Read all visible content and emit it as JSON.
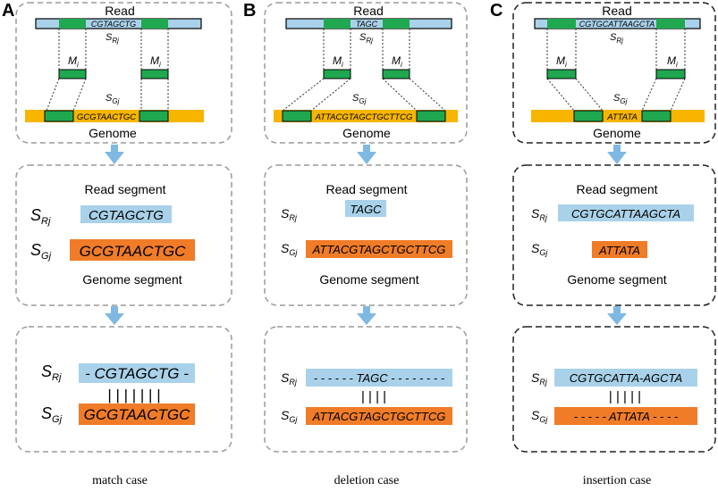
{
  "colors": {
    "read_blue": "#a9d2ea",
    "genome_yellow": "#f7b500",
    "anchor_green": "#1fa84f",
    "segment_orange": "#f07c28",
    "arrow_blue": "#7fb8e3",
    "box_gray": "#9a9a9a",
    "box_black": "#222222"
  },
  "panels": [
    {
      "letter": "A",
      "top": {
        "read_label": "Read",
        "read_seq": "CGTAGCTG",
        "s_rj": "S",
        "s_rj_sub": "Rj",
        "m_label": "M",
        "m_sub": "i",
        "s_gj": "S",
        "s_gj_sub": "Gj",
        "genome_seq": "GCGTAACTGC",
        "genome_label": "Genome"
      },
      "middle": {
        "read_segment_label": "Read segment",
        "read_seg": "CGTAGCTG",
        "genome_seg": "GCGTAACTGC",
        "genome_segment_label": "Genome segment"
      },
      "bottom": {
        "aligned_read": "- CGTAGCTG -",
        "bars": "| | | |     | | |",
        "aligned_genome": "GCGTAACTGC"
      },
      "caption": "match case"
    },
    {
      "letter": "B",
      "top": {
        "read_label": "Read",
        "read_seq": "TAGC",
        "s_rj": "S",
        "s_rj_sub": "Rj",
        "m_label": "M",
        "m_sub": "i",
        "s_gj": "S",
        "s_gj_sub": "Gj",
        "genome_seq": "ATTACGTAGCTGCTTCG",
        "genome_label": "Genome"
      },
      "middle": {
        "read_segment_label": "Read segment",
        "read_seg": "TAGC",
        "genome_seg": "ATTACGTAGCTGCTTCG",
        "genome_segment_label": "Genome segment"
      },
      "bottom": {
        "aligned_read": "- - - - - - TAGC - - - - - - - -",
        "bars": "| | | |",
        "aligned_genome": "ATTACGTAGCTGCTTCG"
      },
      "caption": "deletion case"
    },
    {
      "letter": "C",
      "top": {
        "read_label": "Read",
        "read_seq": "CGTGCATTAAGCTA",
        "s_rj": "S",
        "s_rj_sub": "Rj",
        "m_label": "M",
        "m_sub": "i",
        "s_gj": "S",
        "s_gj_sub": "Gj",
        "genome_seq": "ATTATA",
        "genome_label": "Genome"
      },
      "middle": {
        "read_segment_label": "Read segment",
        "read_seg": "CGTGCATTAAGCTA",
        "genome_seg": "ATTATA",
        "genome_segment_label": "Genome segment"
      },
      "bottom": {
        "aligned_read": "CGTGCATTA-AGCTA",
        "bars": "| | | |   |",
        "aligned_genome": "- - - - - ATTATA - - - -"
      },
      "caption": "insertion case"
    }
  ]
}
